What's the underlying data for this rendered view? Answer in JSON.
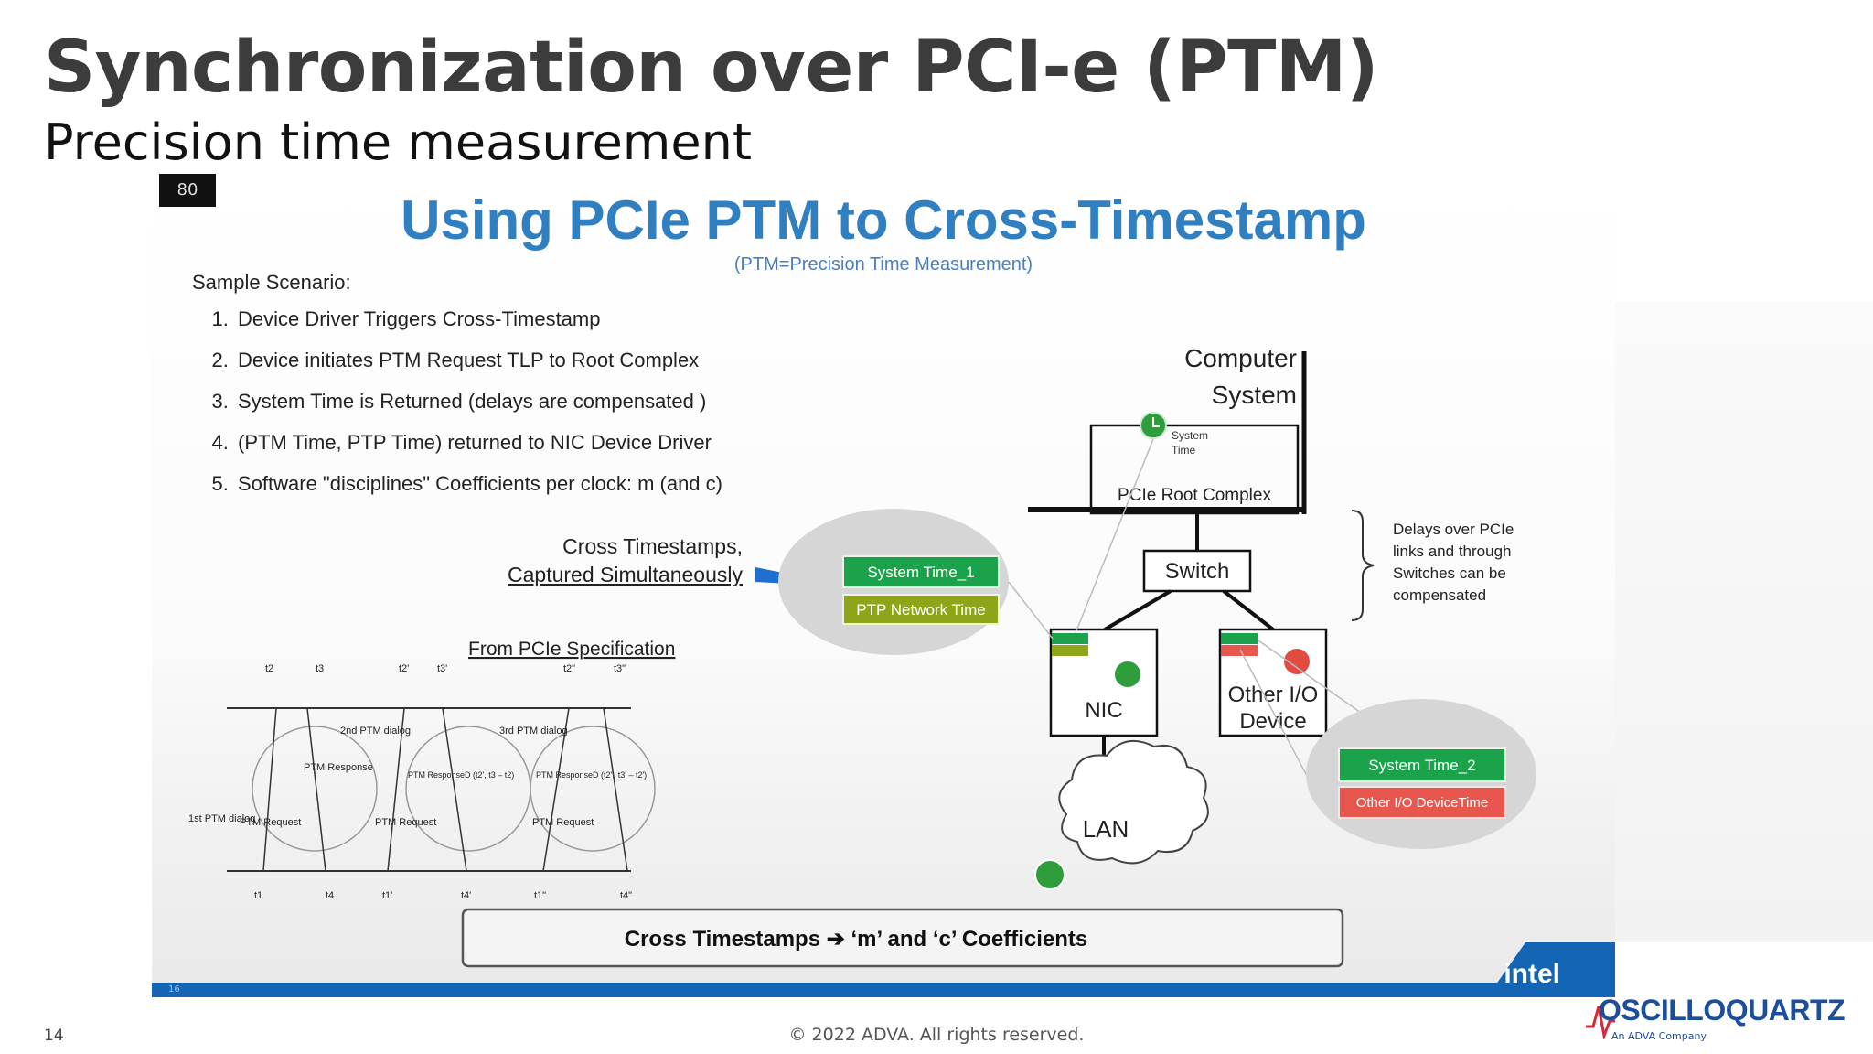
{
  "slide": {
    "title": "Synchronization over PCI-e (PTM)",
    "subtitle": "Precision time measurement",
    "page_number": "14",
    "copyright": "© 2022 ADVA. All rights reserved.",
    "brand": {
      "name": "OSCILLOQUARTZ",
      "tagline": "An ADVA Company"
    }
  },
  "screenshot": {
    "camera_badge": "80",
    "title": "Using PCIe PTM to Cross-Timestamp",
    "subtitle": "(PTM=Precision Time Measurement)",
    "scenario_heading": "Sample Scenario:",
    "steps": [
      "Device Driver Triggers Cross-Timestamp",
      "Device initiates PTM Request TLP to Root Complex",
      "System Time is Returned (delays are compensated )",
      "(PTM Time, PTP Time) returned to NIC Device Driver",
      "Software \"disciplines\" Coefficients per clock: m (and c)"
    ],
    "cross_timestamps_line1": "Cross Timestamps,",
    "cross_timestamps_line2": "Captured Simultaneously",
    "from_spec": "From PCIe Specification",
    "computer_line1": "Computer",
    "computer_line2": "System",
    "system_time_label_1": "System",
    "system_time_label_2": "Time",
    "root_complex": "PCIe Root Complex",
    "switch": "Switch",
    "nic": "NIC",
    "other_io_line1": "Other I/O",
    "other_io_line2": "Device",
    "lan": "LAN",
    "delays_note": [
      "Delays over PCIe",
      "links and through",
      "Switches can be",
      "compensated"
    ],
    "badge_system_time_1": "System Time_1",
    "badge_ptp_time": "PTP Network Time",
    "badge_system_time_2": "System Time_2",
    "badge_other_time": "Other I/O DeviceTime",
    "bottom_banner": "Cross Timestamps ➔ ‘m’ and ‘c’ Coefficients",
    "intel_logo": "intel",
    "footer_page": "16",
    "timing": {
      "top_labels": [
        "t2",
        "t3",
        "t2'",
        "t3'",
        "t2\"",
        "t3\""
      ],
      "bottom_labels": [
        "t1",
        "t4",
        "t1'",
        "t4'",
        "t1\"",
        "t4\""
      ],
      "dialog_labels": [
        "2nd PTM dialog",
        "3rd PTM dialog",
        "1st PTM dialog"
      ],
      "response_labels": [
        "PTM Response",
        "PTM ResponseD (t2', t3 – t2)",
        "PTM ResponseD (t2\", t3' – t2')"
      ],
      "request_label": "PTM Request"
    },
    "colors": {
      "title_blue": "#2f7fc1",
      "green_badge": "#1aa34a",
      "olive_badge": "#8ea51a",
      "red_badge": "#e8574d",
      "clock_green": "#2e9e3c",
      "clock_red": "#e24b42",
      "intel_blue": "#1565b5"
    }
  }
}
